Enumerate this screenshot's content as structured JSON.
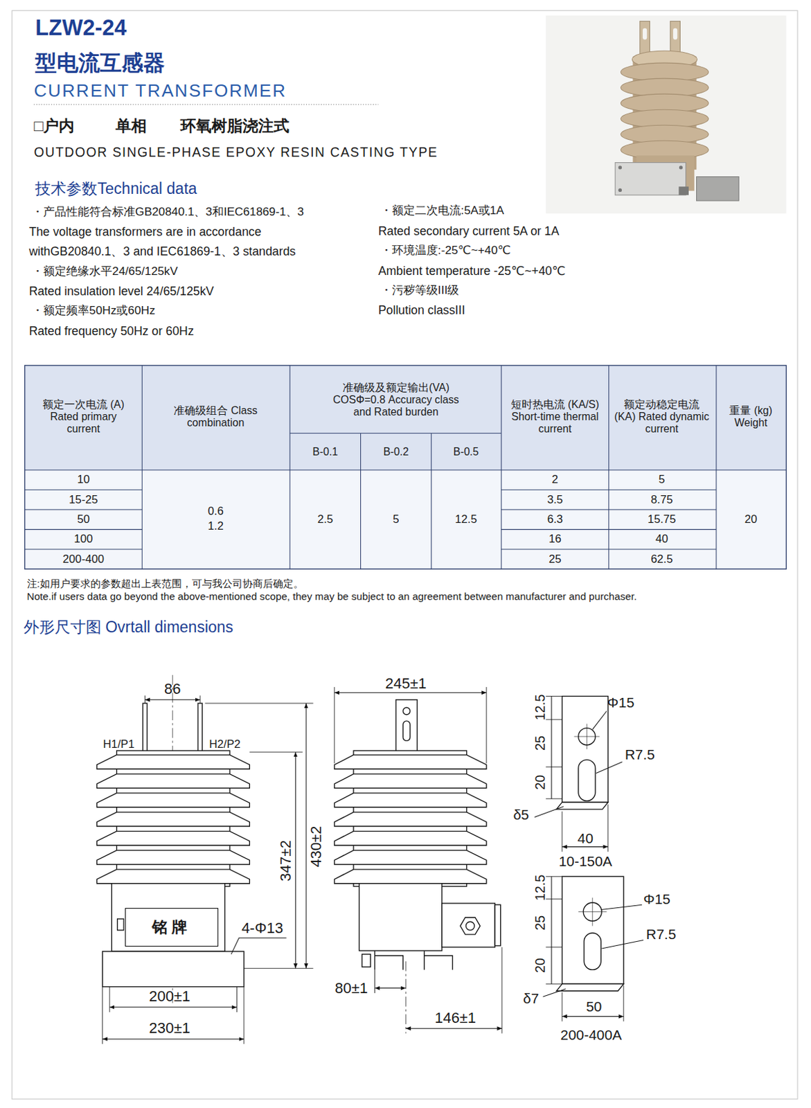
{
  "diagram": {
    "title": "LZW2-24",
    "nodes": [
      {
        "text": [
          "铭牌"
        ]
      }
    ],
    "labels": [
      "型电流互感器",
      "CURRENT TRANSFORMER",
      "□户内",
      "单相",
      "环氧树脂浇注式",
      "OUTDOOR SINGLE-PHASE EPOXY RESIN CASTING TYPE",
      "技术参数Technical data",
      "・产品性能符合标准GB20840.1、3和IEC61869-1、3",
      "The voltage transformers are in accordance withGB20840.1、3 and IEC61869-1、3 standards",
      "・额定绝缘水平24/65/125kV",
      "Rated insulation level 24/65/125kV",
      "・额定频率50Hz或60Hz",
      "Rated frequency 50Hz or 60Hz",
      "・额定二次电流:5A或1A",
      "Rated secondary current 5A or 1A",
      "・环境温度:-25℃~+40℃",
      "Ambient temperature -25℃~+40℃",
      "・污秽等级III级",
      "Pollution classIII",
      "额定一次电流 (A) Rated primary current",
      "准确级组合 Class combination",
      "准确级及额定输出(VA) COSΦ=0.8 Accuracy class and Rated burden",
      "B-0.1",
      "B-0.2",
      "B-0.5",
      "短时热电流 (KA/S) Short-time thermal current",
      "额定动稳定电流 (KA) Rated dynamic current",
      "重量 (kg) Weight",
      "10",
      "15-25",
      "50",
      "100",
      "200-400",
      "0.6",
      "1.2",
      "2.5",
      "5",
      "12.5",
      "2",
      "3.5",
      "6.3",
      "16",
      "25",
      "5",
      "8.75",
      "15.75",
      "40",
      "62.5",
      "20",
      "注:如用户要求的参数超出上表范围，可与我公司协商后确定。",
      "Note.if users data go beyond the above-mentioned scope, they may be subject to an agreement between manufacturer and purchaser.",
      "外形尺寸图 Ovrtall dimensions",
      "86",
      "H1/P1",
      "H2/P2",
      "347±2",
      "430±2",
      "4-Φ13",
      "200±1",
      "230±1",
      "245±1",
      "80±1",
      "146±1",
      "12.5",
      "25",
      "20",
      "Φ15",
      "R7.5",
      "δ5",
      "40",
      "10-150A",
      "12.5",
      "25",
      "20",
      "Φ15",
      "R7.5",
      "δ7",
      "50",
      "200-400A"
    ]
  }
}
